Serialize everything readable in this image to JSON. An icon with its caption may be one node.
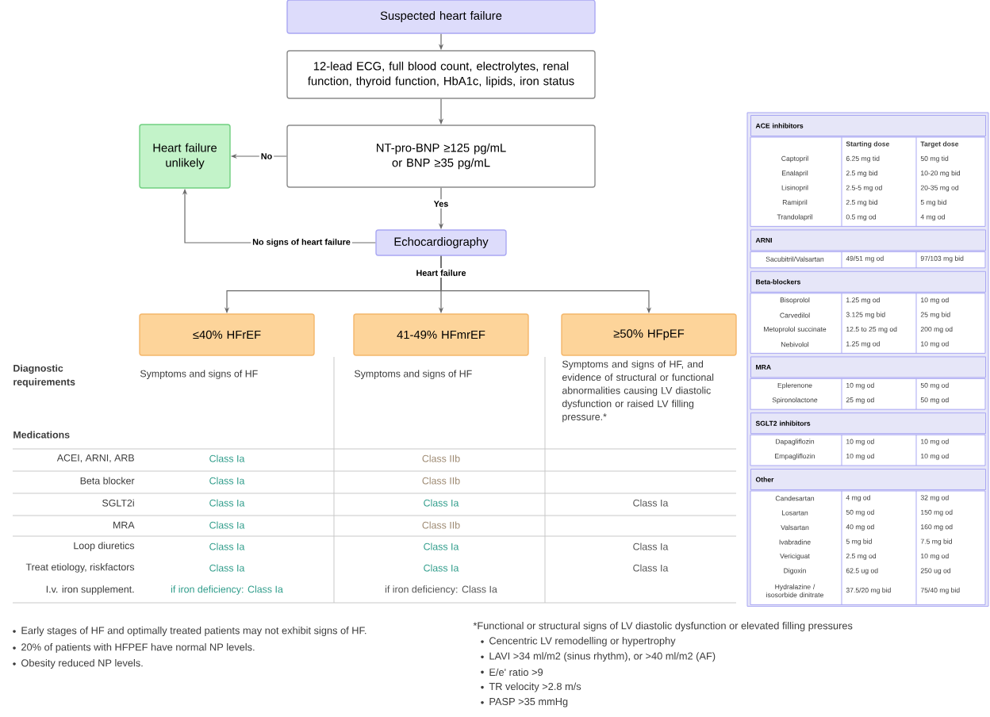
{
  "diagram": {
    "nodes": [
      {
        "text": [
          "Suspected heart failure"
        ]
      },
      {
        "text": [
          "12-lead ECG, full blood count, electrolytes, renal function, thyroid function, HbA1c, lipids, iron status"
        ]
      },
      {
        "text": [
          "NT-pro-BNP ≥125 pg/mL or BNP ≥35 pg/mL"
        ]
      },
      {
        "text": [
          "Heart failure unlikely"
        ]
      },
      {
        "text": [
          "Echocardiography"
        ]
      },
      {
        "text": [
          "≤40% HFrEF"
        ]
      },
      {
        "text": [
          "41-49% HFmrEF"
        ]
      },
      {
        "text": [
          "≥50% HFpEF"
        ]
      }
    ],
    "edges": [
      {
        "from": 0,
        "to": 1,
        "arrow": "to"
      },
      {
        "from": 1,
        "to": 2,
        "arrow": "to"
      },
      {
        "from": 2,
        "to": 3,
        "arrow": "to",
        "label": "No"
      },
      {
        "from": 2,
        "to": 4,
        "arrow": "to",
        "label": "Yes"
      },
      {
        "from": 4,
        "to": 3,
        "arrow": "to",
        "label": "No signs of heart failure"
      },
      {
        "from": 4,
        "to": 5,
        "arrow": "to"
      },
      {
        "from": 4,
        "to": 6,
        "arrow": "to",
        "label": "Heart failure"
      },
      {
        "from": 4,
        "to": 7,
        "arrow": "to"
      }
    ],
    "labels": [
      "Diagnostic requirements",
      "Symptoms and signs of HF",
      "Symptoms and signs of HF",
      "Symptoms and signs of HF, and evidence of structural or functional abnormalities causing LV diastolic dysfunction or raised LV filling pressure.*",
      "Medications",
      "ACEI, ARNI, ARB",
      "Class Ia",
      "Class IIb",
      "Beta blocker",
      "Class Ia",
      "Class IIb",
      "SGLT2i",
      "Class Ia",
      "Class Ia",
      "Class Ia",
      "MRA",
      "Class Ia",
      "Class IIb",
      "Loop diuretics",
      "Class Ia",
      "Class Ia",
      "Class Ia",
      "Treat etiology, riskfactors",
      "Class Ia",
      "Class Ia",
      "Class Ia",
      "I.v. iron supplement.",
      "if iron deficiency: Class Ia",
      "if iron deficiency: Class Ia",
      "ACE inhibitors",
      "Starting dose",
      "Target dose",
      "Captopril",
      "6.25 mg tid",
      "50 mg tid",
      "Enalapril",
      "2.5 mg bid",
      "10-20 mg bid",
      "Lisinopril",
      "2.5-5 mg od",
      "20-35 mg od",
      "Ramipril",
      "2.5 mg bid",
      "5 mg bid",
      "Trandolapril",
      "0.5 mg od",
      "4 mg od",
      "ARNI",
      "Sacubitril/Valsartan",
      "49/51 mg od",
      "97/103 mg bid",
      "Beta-blockers",
      "Bisoprolol",
      "1.25 mg od",
      "10 mg od",
      "Carvedilol",
      "3.125 mg bid",
      "25 mg bid",
      "Metoprolol succinate",
      "12.5 to 25 mg od",
      "200 mg od",
      "Nebivolol",
      "1.25 mg od",
      "10 mg od",
      "MRA",
      "Eplerenone",
      "10 mg od",
      "50 mg od",
      "Spironolactone",
      "25 mg od",
      "50 mg od",
      "SGLT2 inhibitors",
      "Dapagliflozin",
      "10 mg od",
      "10 mg od",
      "Empagliflozin",
      "10 mg od",
      "10 mg od",
      "Other",
      "Candesartan",
      "4 mg od",
      "32 mg od",
      "Losartan",
      "50 mg od",
      "150 mg od",
      "Valsartan",
      "40 mg od",
      "160 mg od",
      "Ivabradine",
      "5 mg bid",
      "7.5 mg bid",
      "Vericiguat",
      "2.5 mg od",
      "10 mg od",
      "Digoxin",
      "62.5 ug od",
      "250 ug od",
      "Hydralazine / isosorbide dinitrate",
      "37.5/20 mg bid",
      "75/40 mg bid",
      "Early stages of HF and optimally treated patients may not exhibit signs of HF.",
      "20% of patients with HFPEF have normal NP levels.",
      "Obesity reduced NP levels.",
      "*Functional or structural signs of LV diastolic dysfunction or elevated filling pressures",
      "Cencentric LV remodelling or hypertrophy",
      "LAVI >34 ml/m2 (sinus rhythm), or >40 ml/m2 (AF)",
      "E/e' ratio >9",
      "TR velocity >2.8 m/s",
      "PASP >35 mmHg"
    ]
  }
}
